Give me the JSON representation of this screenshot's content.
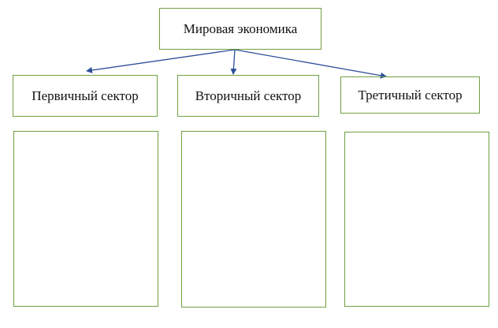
{
  "root": {
    "label": "Мировая экономика"
  },
  "sectors": [
    {
      "label": "Первичный сектор"
    },
    {
      "label": "Вторичный сектор"
    },
    {
      "label": "Третичный сектор"
    }
  ],
  "colors": {
    "border": "#70a040",
    "arrow": "#2e4f9a"
  }
}
